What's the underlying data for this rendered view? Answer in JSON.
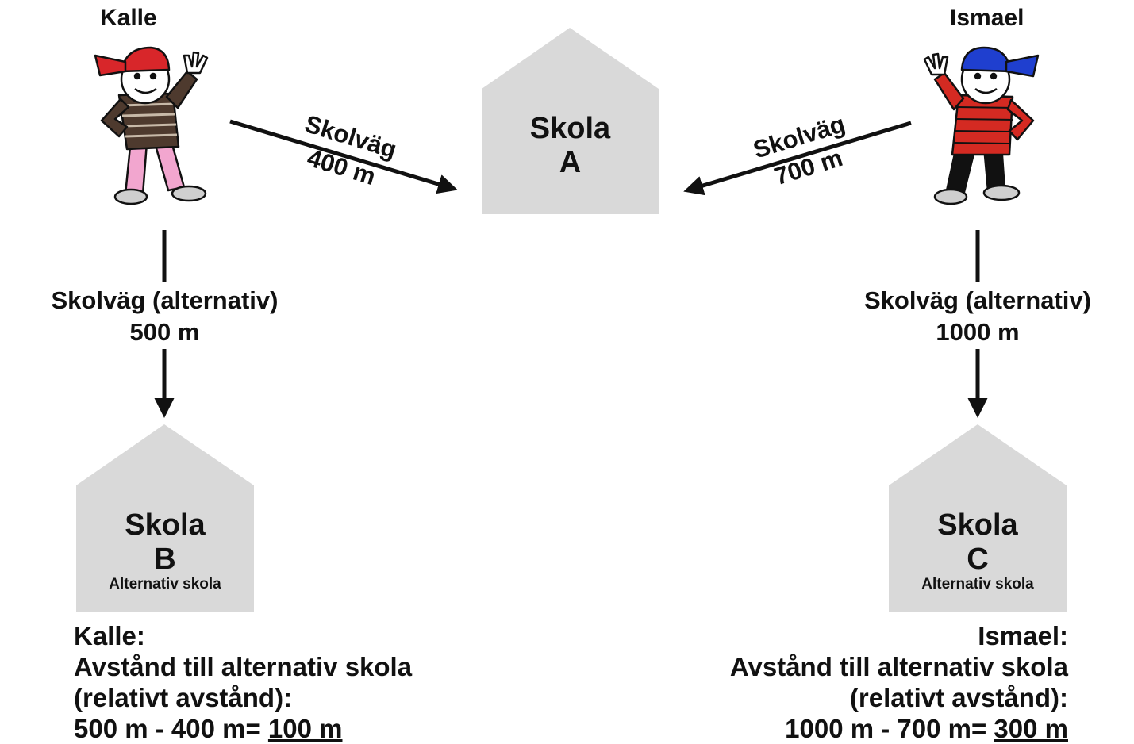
{
  "students": {
    "kalle": {
      "name": "Kalle",
      "shirt_color": "#4e3a2e",
      "pants_color": "#f2a6cf",
      "cap_color": "#d8262a"
    },
    "ismael": {
      "name": "Ismael",
      "shirt_color": "#d42a22",
      "pants_color": "#111111",
      "cap_color": "#1f3fcf"
    }
  },
  "schools": {
    "a": {
      "word": "Skola",
      "letter": "A"
    },
    "b": {
      "word": "Skola",
      "letter": "B",
      "sub": "Alternativ skola"
    },
    "c": {
      "word": "Skola",
      "letter": "C",
      "sub": "Alternativ skola"
    }
  },
  "routes": {
    "kalle_to_a": {
      "label": "Skolväg",
      "distance": "400 m"
    },
    "ismael_to_a": {
      "label": "Skolväg",
      "distance": "700 m"
    },
    "kalle_to_b": {
      "label": "Skolväg (alternativ)",
      "distance": "500 m"
    },
    "ismael_to_c": {
      "label": "Skolväg (alternativ)",
      "distance": "1000 m"
    }
  },
  "calculations": {
    "kalle": {
      "name": "Kalle:",
      "line1": "Avstånd till alternativ skola",
      "line2": "(relativt avstånd):",
      "formula": "500 m - 400 m= ",
      "result": "100 m"
    },
    "ismael": {
      "name": "Ismael:",
      "line1": "Avstånd till alternativ skola",
      "line2": "(relativt avstånd):",
      "formula": "1000 m - 700 m= ",
      "result": "300 m"
    }
  },
  "colors": {
    "school_fill": "#d9d9d9",
    "arrow": "#111111"
  }
}
